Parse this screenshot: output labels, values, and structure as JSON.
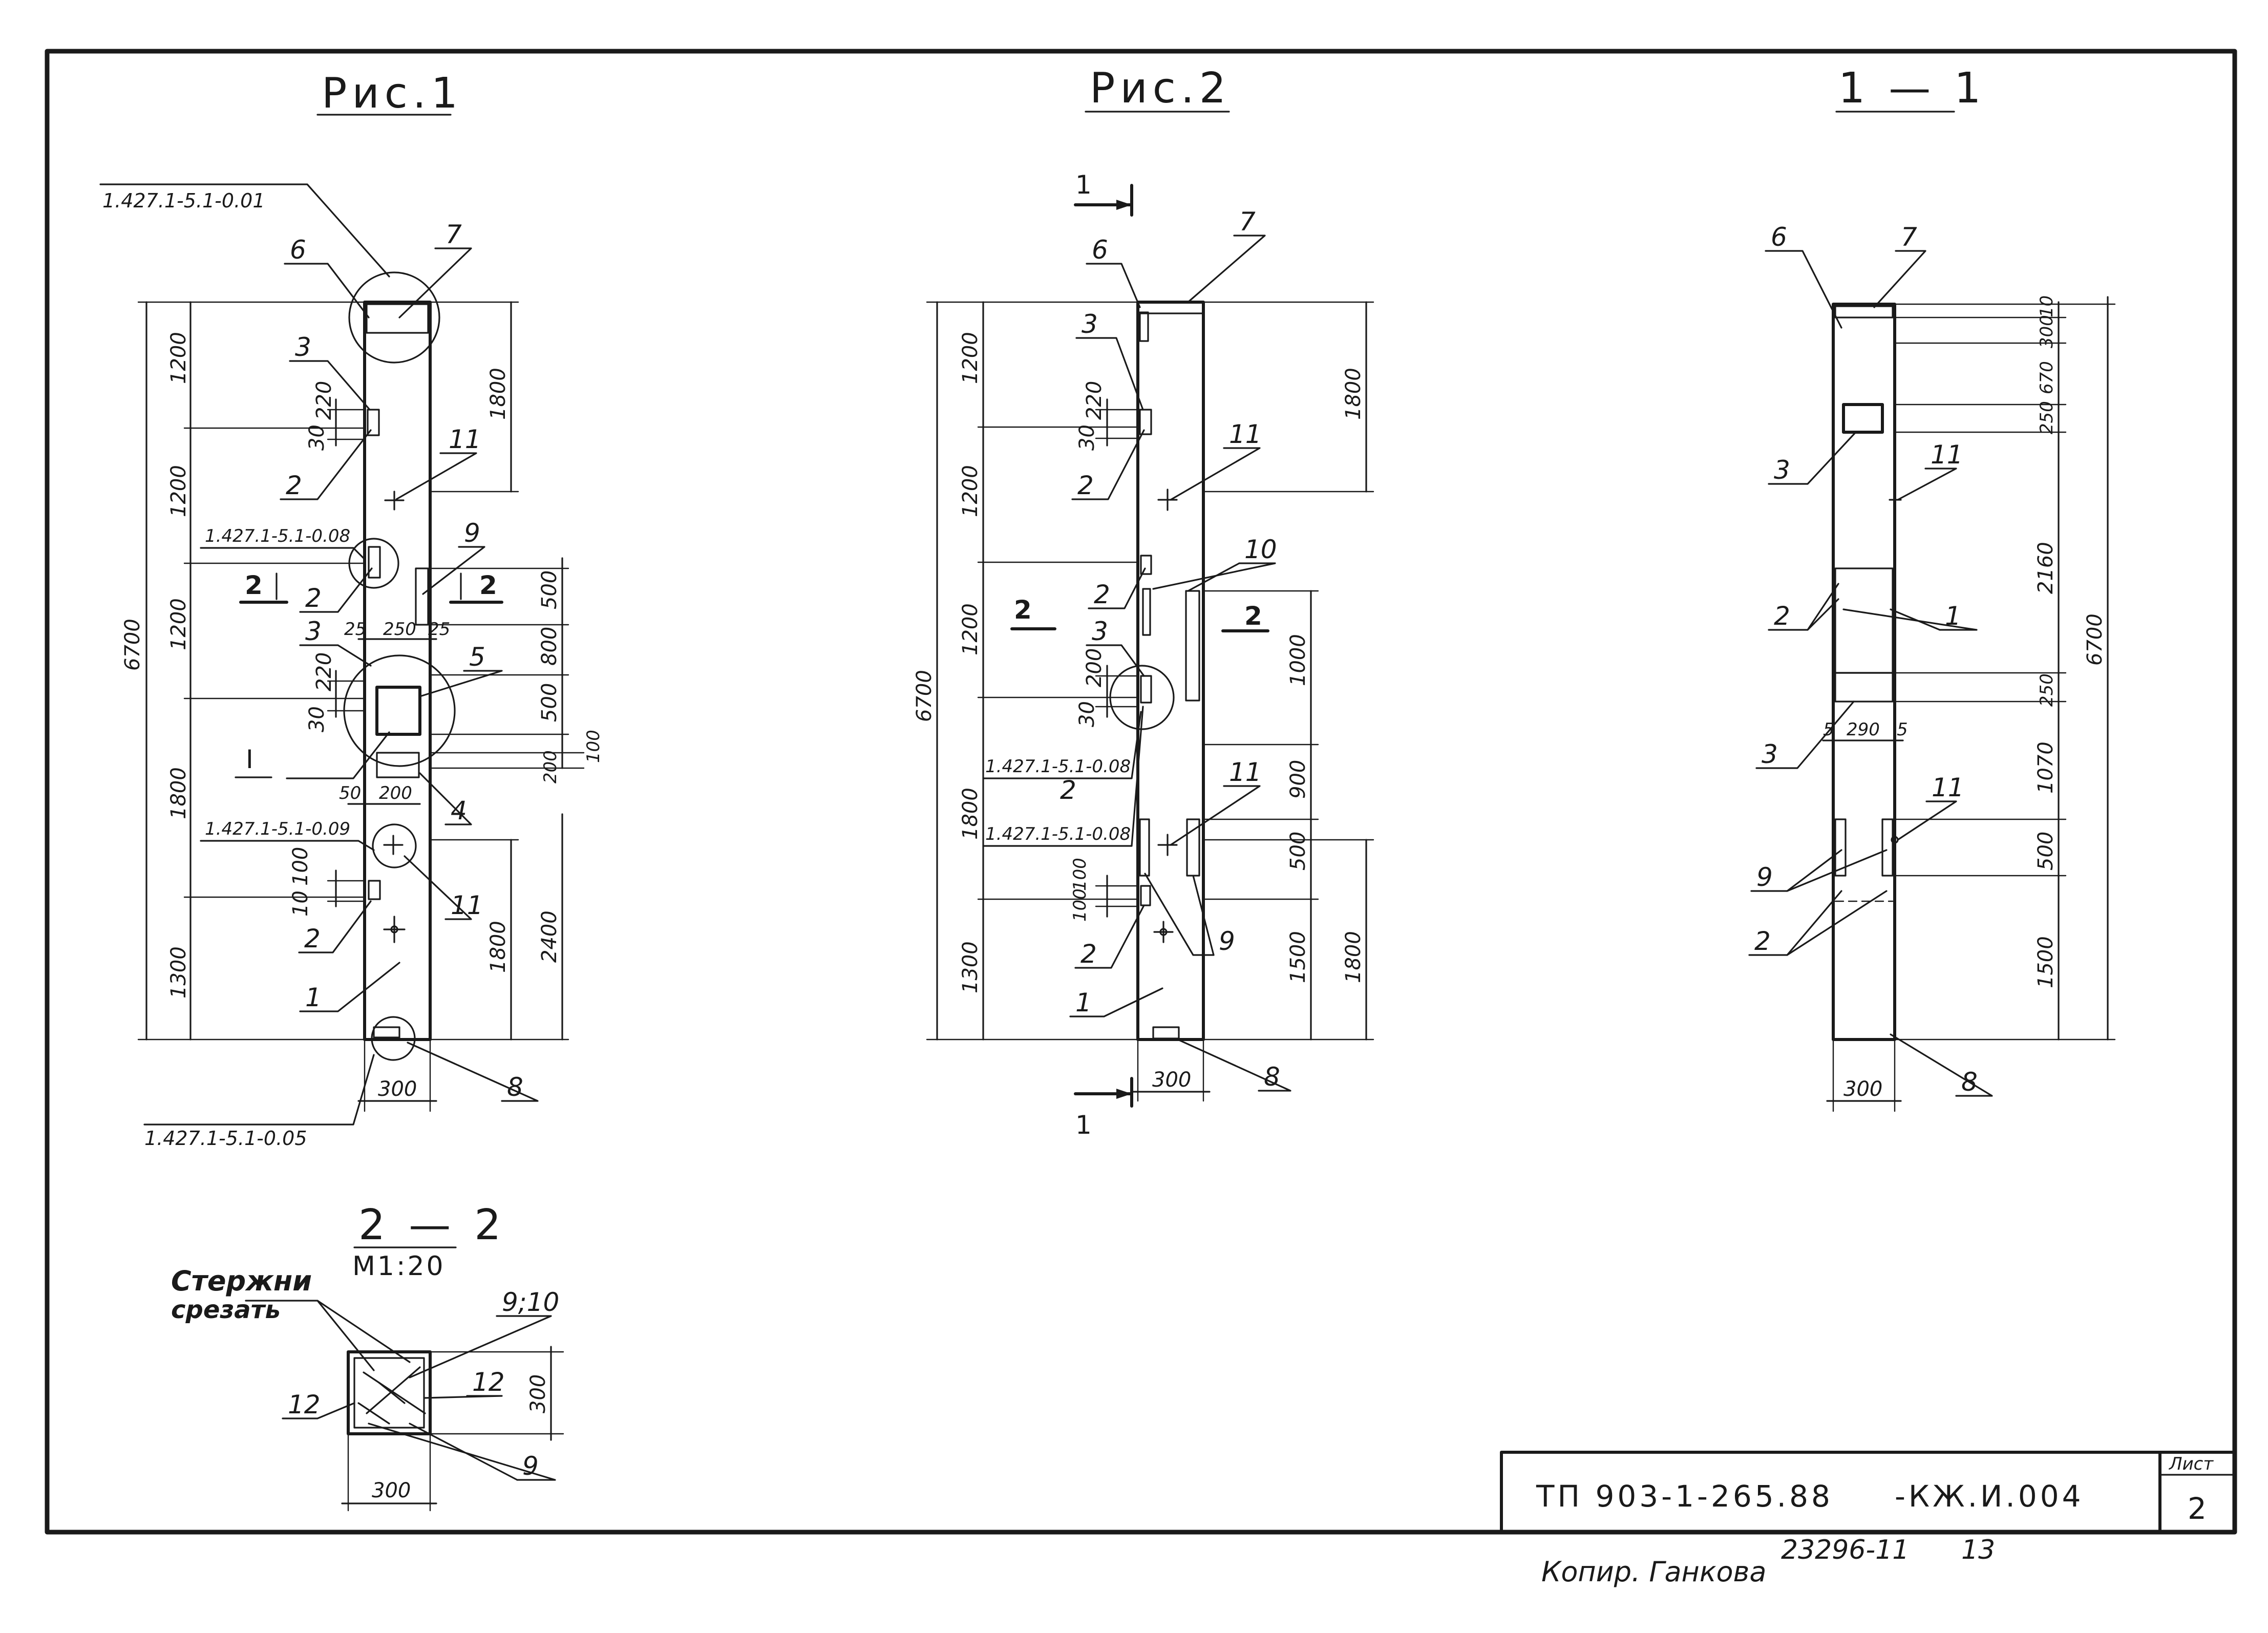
{
  "views": {
    "fig1": {
      "title": "Рис.1"
    },
    "fig2": {
      "title": "Рис.2"
    },
    "sec11": {
      "title": "1 — 1"
    },
    "sec22": {
      "title": "2 — 2",
      "scale": "М1:20"
    }
  },
  "fig1": {
    "ref_top": "1.427.1-5.1-0.01",
    "ref_mid": "1.427.1-5.1-0.08",
    "ref_low": "1.427.1-5.1-0.09",
    "ref_bottom": "1.427.1-5.1-0.05",
    "total": "6700",
    "left_dims": [
      "1200",
      "1200",
      "1200",
      "1800",
      "1300"
    ],
    "inner_dims": [
      "220",
      "30",
      "220",
      "30",
      "100",
      "10"
    ],
    "right_dims": [
      "1800",
      "500",
      "800",
      "500",
      "200",
      "100",
      "2400",
      "1800"
    ],
    "width_dims": [
      "25",
      "250",
      "25",
      "50",
      "200",
      "300"
    ],
    "labels": [
      "6",
      "7",
      "3",
      "2",
      "11",
      "2",
      "9",
      "3",
      "5",
      "4",
      "11",
      "2",
      "1",
      "8"
    ],
    "cut_mark": "2",
    "node_mark": "I"
  },
  "fig2": {
    "total": "6700",
    "left_dims": [
      "1200",
      "1200",
      "1200",
      "1800",
      "1300"
    ],
    "inner_dims": [
      "220",
      "30",
      "200",
      "30",
      "100",
      "100"
    ],
    "right_dims": [
      "1800",
      "1000",
      "900",
      "500",
      "1500",
      "1800"
    ],
    "width_dim": "300",
    "ref_a": "1.427.1-5.1-0.08",
    "ref_b": "1.427.1-5.1-0.08",
    "labels": [
      "6",
      "7",
      "3",
      "2",
      "11",
      "10",
      "2",
      "3",
      "2",
      "11",
      "2",
      "9",
      "1",
      "8"
    ],
    "section_mark": "1",
    "cut_mark": "2"
  },
  "sec11": {
    "total": "6700",
    "right_dims": [
      "10",
      "300",
      "670",
      "250",
      "2160",
      "250",
      "1070",
      "500",
      "1500"
    ],
    "width_dims": [
      "5",
      "290",
      "5",
      "300"
    ],
    "labels": [
      "6",
      "7",
      "3",
      "11",
      "2",
      "1",
      "3",
      "11",
      "9",
      "2",
      "8"
    ]
  },
  "sec22": {
    "note_line1": "Стержни",
    "note_line2": "срезать",
    "labels": [
      "9;10",
      "12",
      "12",
      "9"
    ],
    "dims": [
      "300",
      "300"
    ]
  },
  "stamp": {
    "code": "ТП 903-1-265.88",
    "mark": "-КЖ.И.004",
    "sheet_label": "Лист",
    "sheet_num": "2"
  },
  "copy_note": "Копир. Ганкова",
  "archive": {
    "number": "23296-11",
    "page": "13"
  }
}
